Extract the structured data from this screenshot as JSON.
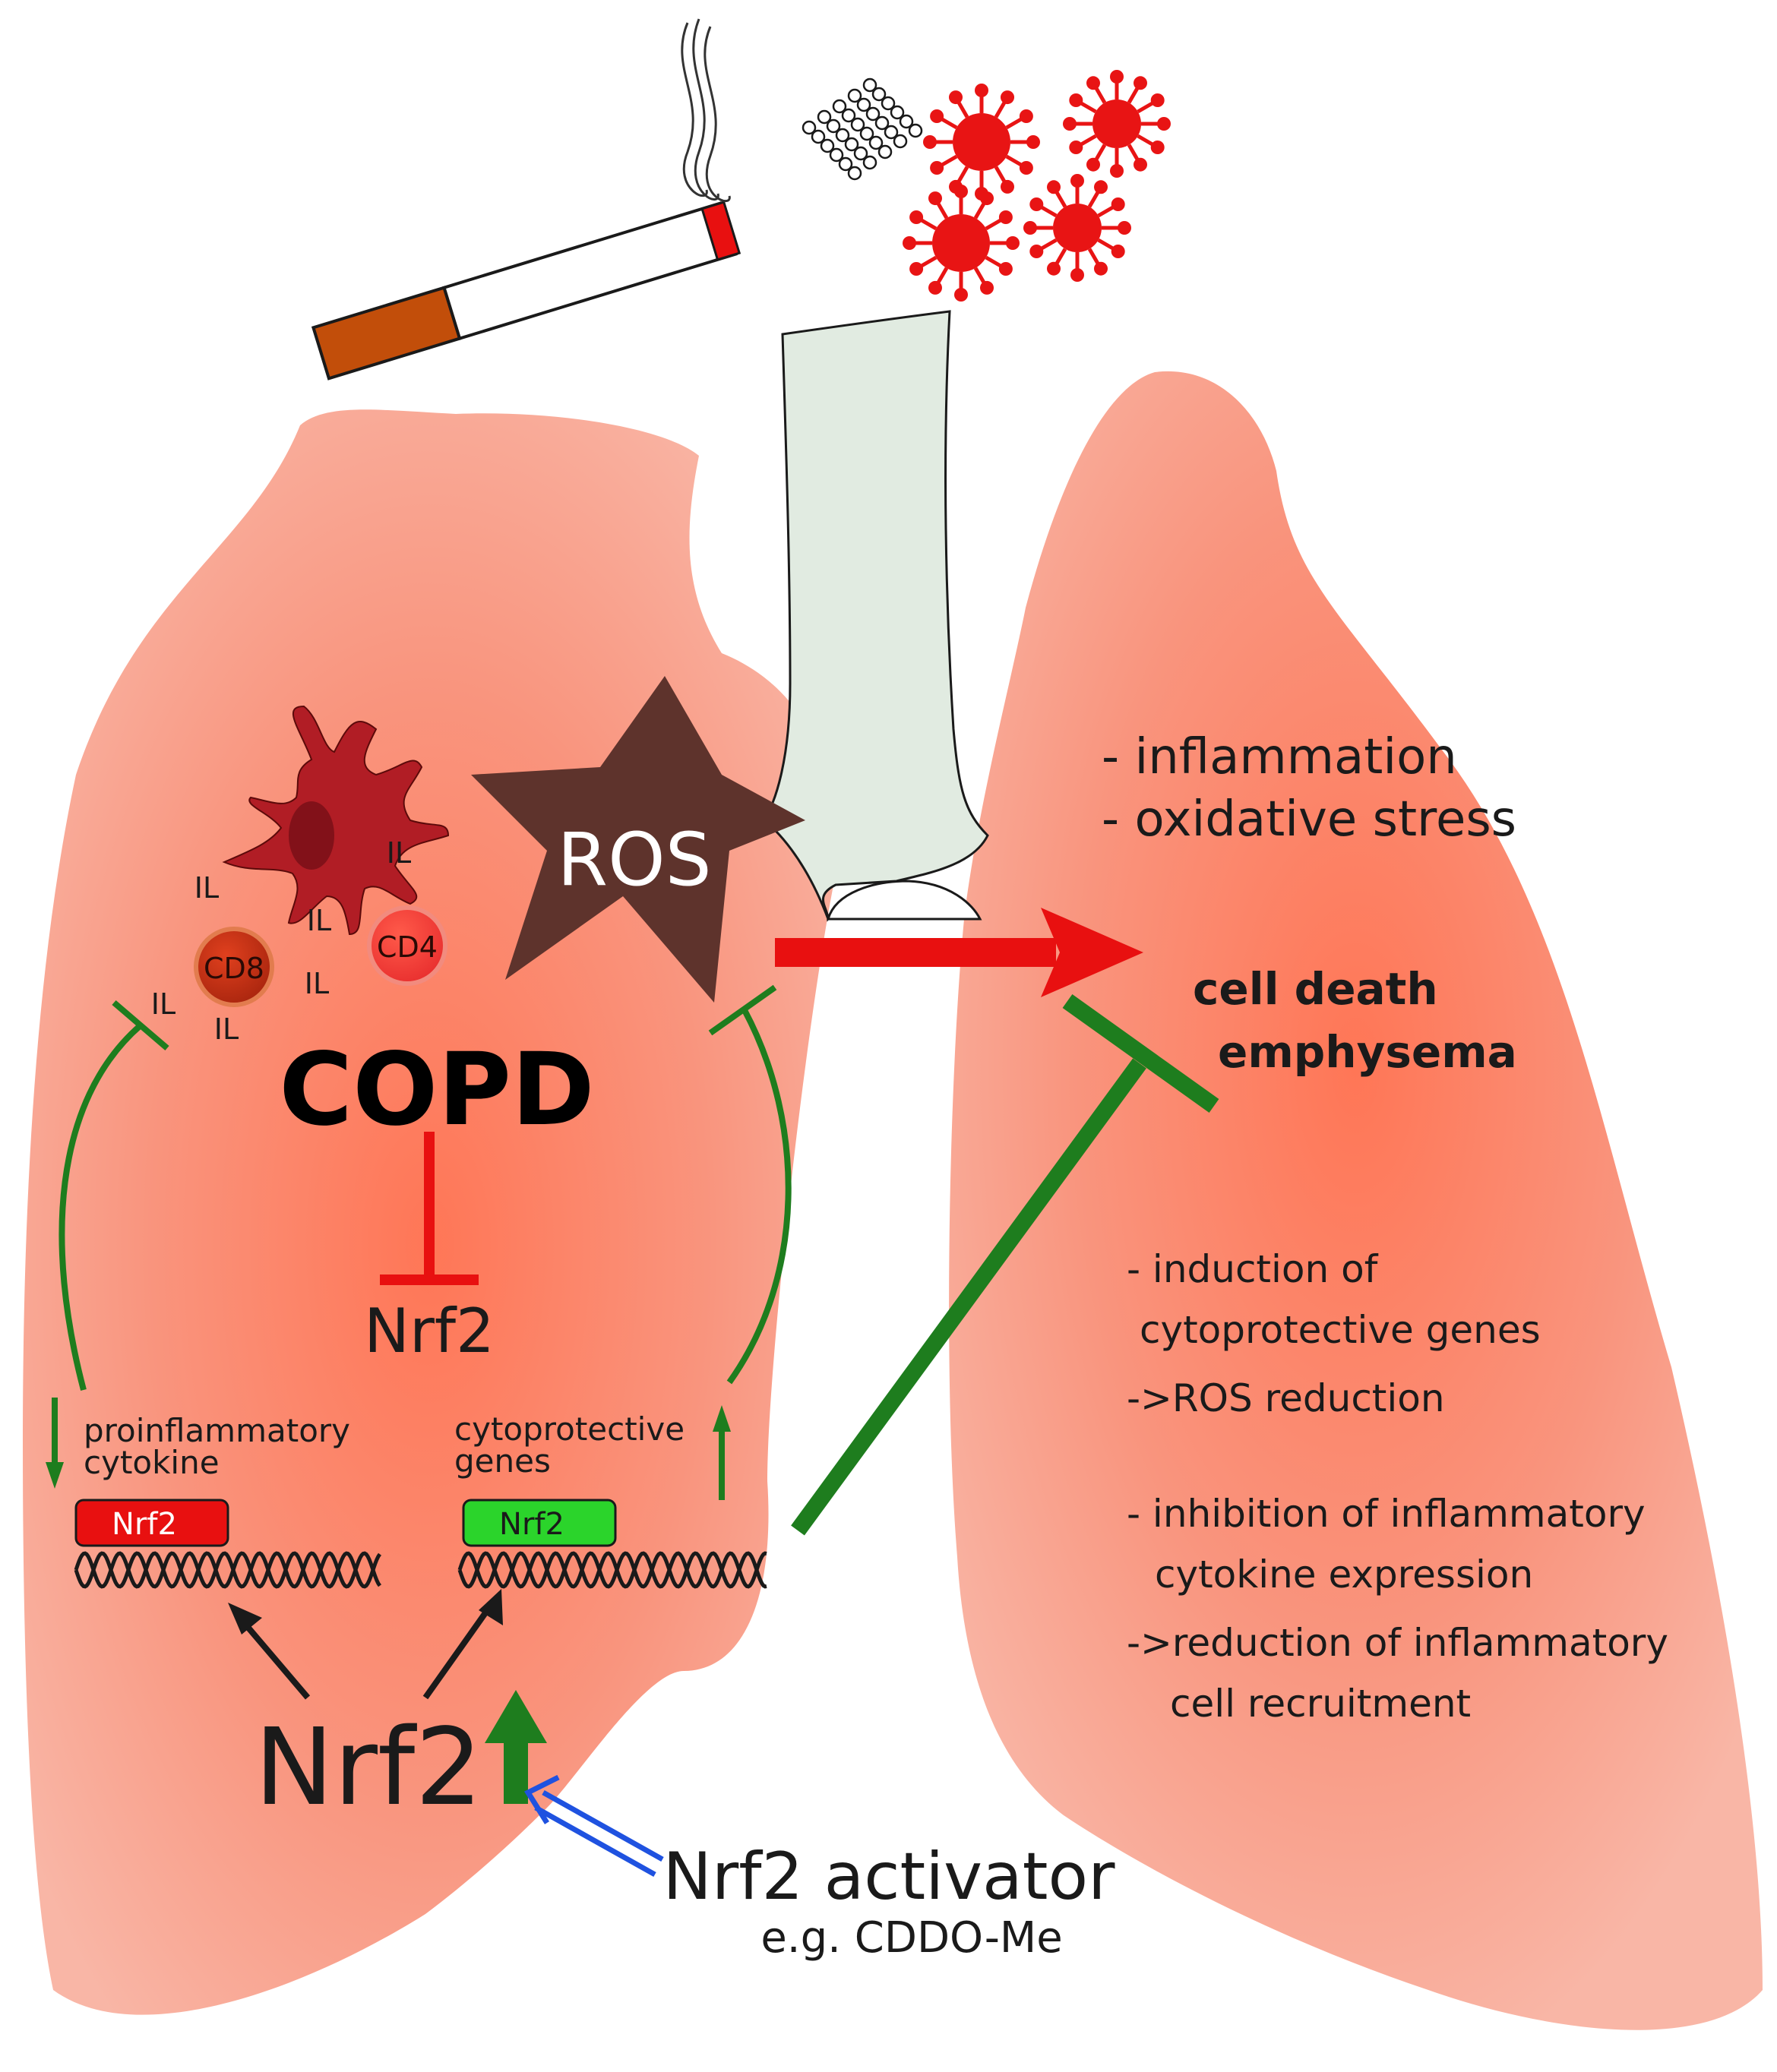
{
  "center_labels": {
    "ros": "ROS",
    "copd": "COPD",
    "nrf2_inhibited": "Nrf2",
    "nrf2_main": "Nrf2",
    "activator": "Nrf2 activator",
    "activator_example": "e.g. CDDO-Me"
  },
  "immune": {
    "cd8": "CD8",
    "cd4": "CD4",
    "il_labels": [
      "IL",
      "IL",
      "IL",
      "IL",
      "IL",
      "IL"
    ]
  },
  "gene_boxes": {
    "left_label": "Nrf2",
    "right_label": "Nrf2",
    "left_caption": [
      "proinflammatory",
      "cytokine"
    ],
    "right_caption": [
      "cytoprotective",
      "genes"
    ]
  },
  "right_lung": {
    "effects": [
      "- inflammation",
      "- oxidative stress"
    ],
    "outcome": [
      "cell death",
      "emphysema"
    ],
    "mechanisms": [
      "- induction of",
      "cytoprotective genes",
      "->ROS reduction",
      "- inhibition of inflammatory",
      "cytokine expression",
      "->reduction of inflammatory",
      "cell recruitment"
    ]
  },
  "colors": {
    "lung": "#f7a390",
    "lung_center": "#ff7656",
    "ros_star": "#5e332c",
    "activation_green": "#1e7d1e",
    "inhibition_red": "#e81010",
    "activator_blue": "#1f52e0",
    "virus_red": "#e81414",
    "trachea": "#e1ebe1",
    "cigarette_filter": "#c24e0a"
  },
  "icons": [
    "cigarette-icon",
    "smoke-icon",
    "particles-icon",
    "virus-icon",
    "dendritic-cell-icon",
    "dna-helix-icon"
  ]
}
